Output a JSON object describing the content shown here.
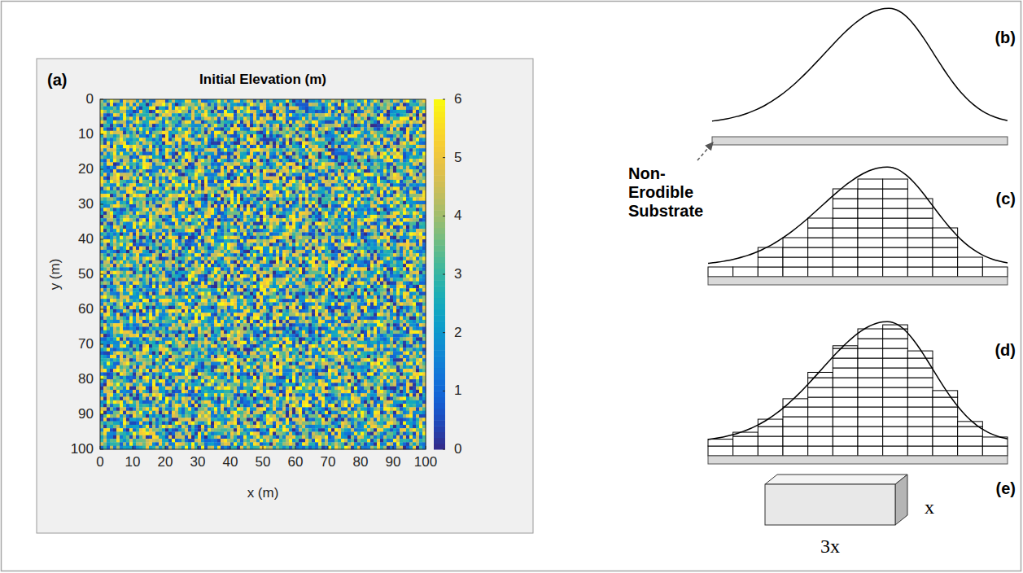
{
  "diagram": {
    "labels": [
      "(a)",
      "Initial Elevation (m)",
      "0",
      "10",
      "20",
      "30",
      "40",
      "50",
      "60",
      "70",
      "80",
      "90",
      "100",
      "0",
      "10",
      "20",
      "30",
      "40",
      "50",
      "60",
      "70",
      "80",
      "90",
      "100",
      "y (m)",
      "x (m)",
      "6",
      "5",
      "4",
      "3",
      "2",
      "1",
      "0",
      "(b)",
      "Non-Erodible Substrate",
      "(c)",
      "(d)",
      "(e)",
      "x",
      "3x"
    ]
  }
}
